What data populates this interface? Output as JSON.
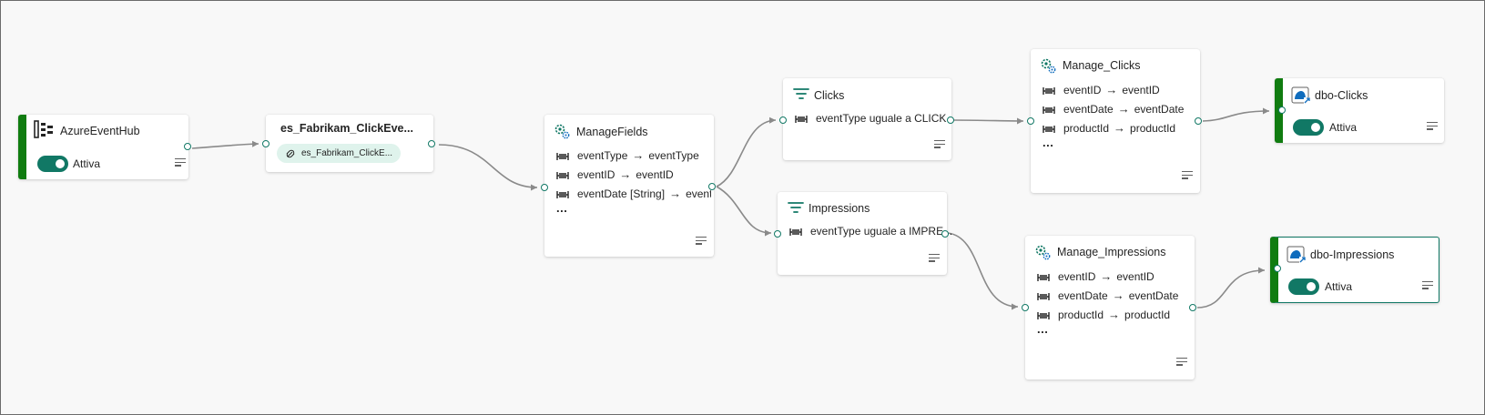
{
  "nodes": {
    "source": {
      "title": "AzureEventHub",
      "toggle_label": "Attiva"
    },
    "stream": {
      "title": "es_Fabrikam_ClickEve...",
      "pill_label": "es_Fabrikam_ClickE..."
    },
    "manage_fields": {
      "title": "ManageFields",
      "rows": [
        {
          "from": "eventType",
          "to": "eventType"
        },
        {
          "from": "eventID",
          "to": "eventID"
        },
        {
          "from": "eventDate [String]",
          "to": "eventI"
        }
      ],
      "more": "..."
    },
    "clicks": {
      "title": "Clicks",
      "condition": "eventType uguale a CLICK"
    },
    "impressions": {
      "title": "Impressions",
      "condition": "eventType uguale a IMPRE..."
    },
    "manage_clicks": {
      "title": "Manage_Clicks",
      "rows": [
        {
          "from": "eventID",
          "to": "eventID"
        },
        {
          "from": "eventDate",
          "to": "eventDate"
        },
        {
          "from": "productId",
          "to": "productId"
        }
      ],
      "more": "..."
    },
    "manage_impressions": {
      "title": "Manage_Impressions",
      "rows": [
        {
          "from": "eventID",
          "to": "eventID"
        },
        {
          "from": "eventDate",
          "to": "eventDate"
        },
        {
          "from": "productId",
          "to": "productId"
        }
      ],
      "more": "..."
    },
    "dbo_clicks": {
      "title": "dbo-Clicks",
      "toggle_label": "Attiva"
    },
    "dbo_impressions": {
      "title": "dbo-Impressions",
      "toggle_label": "Attiva"
    }
  },
  "arrow_symbol": "→",
  "icons": {
    "source": "event-hub-icon",
    "operation": "manage-fields-gear-icon",
    "filter": "filter-icon",
    "destination": "lakehouse-icon",
    "field": "field-mapping-icon",
    "menu": "details-menu-icon"
  },
  "colors": {
    "accent": "#117865",
    "source_border": "#107c10",
    "pill_bg": "#dff3ec",
    "edge": "#8a8a8a"
  }
}
